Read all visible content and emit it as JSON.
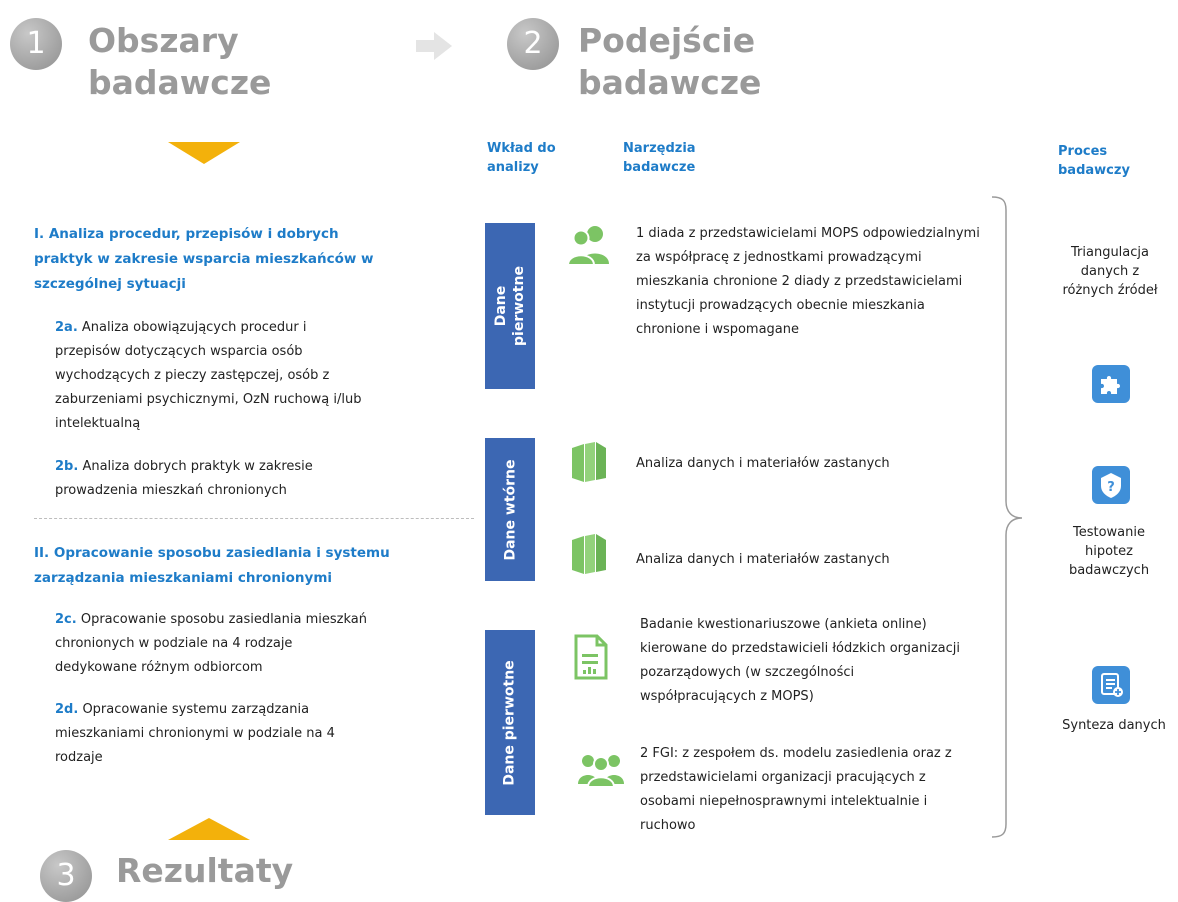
{
  "steps": {
    "s1": {
      "num": "1",
      "title": "Obszary badawcze"
    },
    "s2": {
      "num": "2",
      "title": "Podejście badawcze"
    },
    "s3": {
      "num": "3",
      "title": "Rezultaty"
    }
  },
  "headers": {
    "wklad": "Wkład do analizy",
    "narzedzia": "Narzędzia badawcze",
    "proces": "Proces badawczy"
  },
  "left": {
    "section1": "I. Analiza procedur, przepisów i dobrych praktyk w zakresie wsparcia mieszkańców w szczególnej sytuacji",
    "items1": [
      {
        "id": "2a.",
        "text": "Analiza obowiązujących procedur i przepisów dotyczących wsparcia osób wychodzących z pieczy zastępczej, osób z zaburzeniami psychicznymi, OzN ruchową i/lub intelektualną"
      },
      {
        "id": "2b.",
        "text": "Analiza dobrych praktyk w zakresie prowadzenia mieszkań chronionych"
      }
    ],
    "section2": "II. Opracowanie sposobu zasiedlania i systemu zarządzania mieszkaniami chronionymi",
    "items2": [
      {
        "id": "2c.",
        "text": "Opracowanie sposobu zasiedlania mieszkań chronionych w podziale na 4 rodzaje dedykowane różnym odbiorcom"
      },
      {
        "id": "2d.",
        "text": "Opracowanie systemu zarządzania mieszkaniami chronionymi w podziale na 4 rodzaje"
      }
    ]
  },
  "bars": {
    "b1": "Dane pierwotne",
    "b2": "Dane wtórne",
    "b3": "Dane pierwotne"
  },
  "tools": {
    "t1": "1 diada z przedstawicielami MOPS odpowiedzialnymi za współpracę z jednostkami prowadzącymi mieszkania chronione 2 diady z przedstawicielami instytucji prowadzących obecnie mieszkania chronione i wspomagane",
    "t2": "Analiza danych i materiałów zastanych",
    "t3": "Analiza danych i materiałów zastanych",
    "t4": "Badanie kwestionariuszowe (ankieta online) kierowane do przedstawicieli łódzkich organizacji pozarządowych (w szczególności współpracujących z MOPS)",
    "t5": "2 FGI: z zespołem ds. modelu zasiedlenia oraz z przedstawicielami organizacji pracujących z osobami niepełnosprawnymi intelektualnie i ruchowo"
  },
  "process": {
    "p1": "Triangulacja danych z różnych źródeł",
    "p2": "Testowanie hipotez badawczych",
    "p3": "Synteza danych"
  },
  "colors": {
    "accent_blue": "#1e7cc8",
    "bar_blue": "#3c67b3",
    "icon_green": "#7cc464",
    "arrow_yellow": "#f3b10b",
    "grey_title": "#9a9a9a"
  }
}
